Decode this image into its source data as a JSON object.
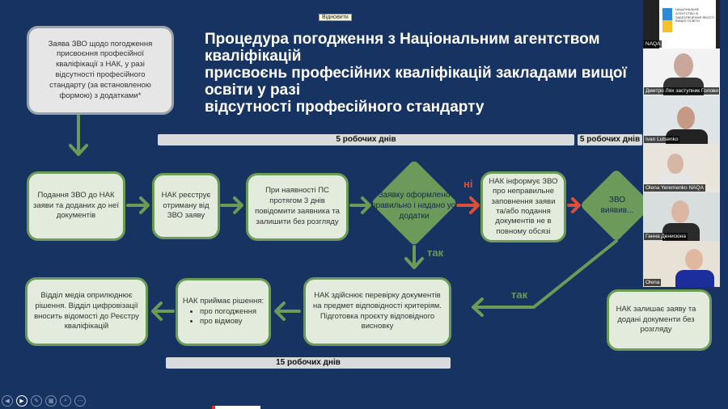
{
  "tooltip": "Відновити",
  "title": [
    "Процедура погодження з Національним агентством кваліфікацій",
    "присвоєнь професійних кваліфікацій закладами вищої освіти у разі",
    "відсутності професійного стандарту"
  ],
  "start_box": "Заява ЗВО щодо погодження присвоєння професійної кваліфікації з НАК, у разі відсутності професійного стандарту (за встановленою формою) з додатками*",
  "bars": {
    "days5": "5 робочих днів",
    "days5b": "5 робочих днів",
    "days15": "15 робочих днів"
  },
  "steps": {
    "s1": "Подання ЗВО до НАК заяви та доданих до неї документів",
    "s2": "НАК реєструє отриману від ЗВО заяву",
    "s3": "При наявності ПС протягом 3 днів повідомити заявника та залишити без розгляду",
    "d1": "Заявку оформлено правильно і надано усі додатки",
    "s4": "НАК інформує ЗВО про неправильне заповнення заяви та/або подання документів не в повному обсязі",
    "d2": "ЗВО виявив...",
    "s5": "НАК здійснює перевірку документів на предмет відповідності критеріям. Підготовка проєкту відповідного висновку",
    "s6_title": "НАК приймає рішення:",
    "s6_items": [
      "про погодження",
      "про відмову"
    ],
    "s7": "Відділ медіа оприлюднює рішення. Відділ цифровізації вносить відомості до Реєстру кваліфікацій",
    "s8": "НАК залишає заяву та додані документи без розгляду"
  },
  "labels": {
    "no": "ні",
    "yes1": "так",
    "yes2": "так"
  },
  "participants": [
    {
      "name": "NAQA",
      "logo": "НАЦІОНАЛЬНЕ АГЕНТСТВО ІЗ ЗАБЕЗПЕЧЕННЯ ЯКОСТІ ВИЩОЇ ОСВІТИ"
    },
    {
      "name": "Дмитро Лях заступник Голови НАК"
    },
    {
      "name": "Ivan Lutsenko"
    },
    {
      "name": "Olena Yeremenko NAQA"
    },
    {
      "name": "Ганна Денисюна"
    },
    {
      "name": "Olena"
    }
  ],
  "colors": {
    "bg": "#173361",
    "green": "#6c9a57",
    "red": "#d9503a",
    "box": "#e3ecdc"
  }
}
